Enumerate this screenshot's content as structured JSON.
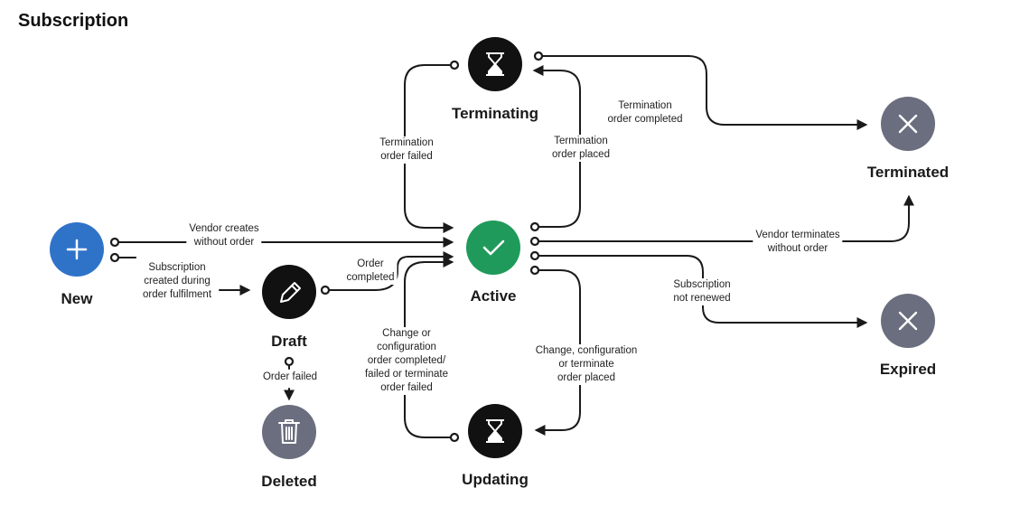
{
  "title": "Subscription",
  "states": {
    "new": "New",
    "draft": "Draft",
    "deleted": "Deleted",
    "active": "Active",
    "terminating": "Terminating",
    "updating": "Updating",
    "terminated": "Terminated",
    "expired": "Expired"
  },
  "transitions": {
    "vendor_creates": "Vendor creates\nwithout order",
    "subscription_created": "Subscription\ncreated during\norder fulfilment",
    "order_completed": "Order\ncompleted",
    "order_failed": "Order failed",
    "termination_failed": "Termination\norder failed",
    "termination_placed": "Termination\norder placed",
    "termination_completed": "Termination\norder completed",
    "vendor_terminates": "Vendor terminates\nwithout order",
    "not_renewed": "Subscription\nnot renewed",
    "change_completed": "Change or\nconfiguration\norder completed/\nfailed or terminate\norder failed",
    "change_placed": "Change, configuration\nor terminate\norder placed"
  },
  "colors": {
    "new": "#2f73c9",
    "active": "#1f9a5b",
    "pending": "#111111",
    "final": "#6b6e7e",
    "line": "#1a1a1a"
  },
  "icons": {
    "new": "plus-icon",
    "draft": "pencil-icon",
    "deleted": "trash-icon",
    "active": "check-icon",
    "terminating": "hourglass-icon",
    "updating": "hourglass-icon",
    "terminated": "close-icon",
    "expired": "close-icon"
  }
}
